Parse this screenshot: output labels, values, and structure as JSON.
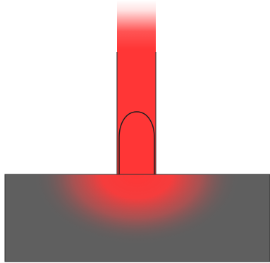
{
  "diagram": {
    "colors": {
      "background": "#ffffff",
      "beam": "#ff3636",
      "substrate": "#5f5f5f",
      "outline": "#333333",
      "inner_curve": "#1f1f1f"
    },
    "elements": [
      "laser-beam",
      "melt-pool-boundary",
      "substrate-block",
      "heat-affected-zone"
    ]
  }
}
